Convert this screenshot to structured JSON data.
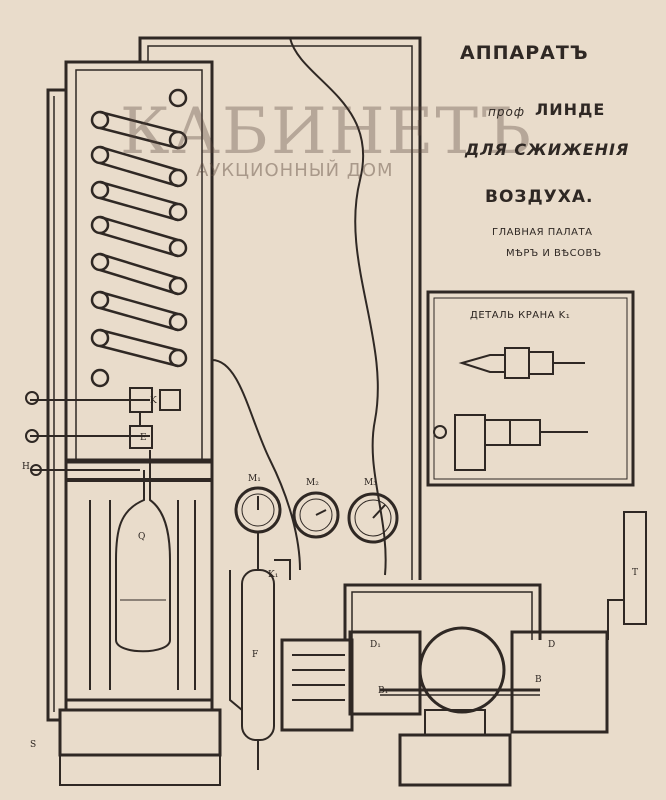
{
  "title": {
    "line1": "АППАРАТЪ",
    "line2_prefix": "проф",
    "line2_name": "ЛИНДЕ",
    "line3": "ДЛЯ СЖИЖЕНІЯ",
    "line4": "ВОЗДУХА.",
    "line5": "ГЛАВНАЯ ПАЛАТА",
    "line6": "МѢРЪ И ВѢСОВЪ"
  },
  "detail": {
    "title": "ДЕТАЛЬ КРАНА K₁"
  },
  "watermark": {
    "main": "КАБИНЕТЪ",
    "sub": "АУКЦИОННЫЙ ДОМ"
  },
  "labels": {
    "m1": "M₁",
    "m2": "M₂",
    "m3": "M₃",
    "q": "Q",
    "f": "F",
    "t": "T",
    "e": "E",
    "k": "K",
    "k1": "K₁",
    "b": "B",
    "b1": "B₁",
    "d": "D",
    "d1": "D₁",
    "h": "H",
    "s": "S"
  },
  "colors": {
    "paper": "#e9dccb",
    "ink": "#2f2824",
    "watermark": "#5a463c"
  }
}
